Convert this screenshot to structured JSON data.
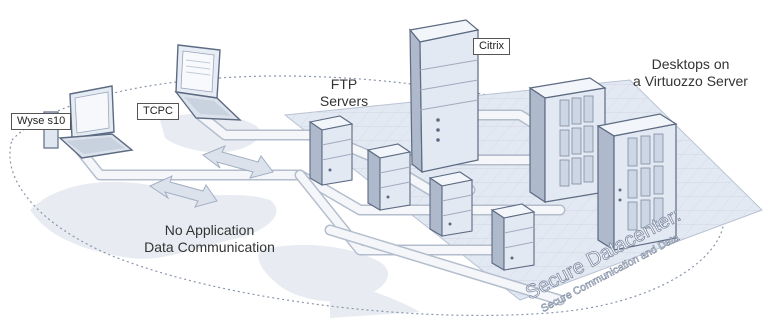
{
  "labels": {
    "wyse": "Wyse s10",
    "tcpc": "TCPC",
    "citrix": "Citrix",
    "ftp_line1": "FTP",
    "ftp_line2": "Servers",
    "desktops_line1": "Desktops on",
    "desktops_line2": "a Virtuozzo Server",
    "noapp_line1": "No Application",
    "noapp_line2": "Data Communication",
    "secure_title": "Secure Datacenter:",
    "secure_sub": "Secure Communication and Data"
  },
  "colors": {
    "server_front": "#e4eaf3",
    "server_side": "#a9b5ca",
    "server_top": "#f3f6fb",
    "platform": "#dfe6f0",
    "platform_grid": "#c3cddd",
    "map": "#e9edf3",
    "pipe": "#f5f7fa",
    "arrow": "#d5ddea",
    "outline": "#8391a8"
  },
  "icons": [
    "laptop-icon",
    "thin-client-icon",
    "server-icon",
    "server-rack-icon",
    "double-arrow-icon"
  ]
}
